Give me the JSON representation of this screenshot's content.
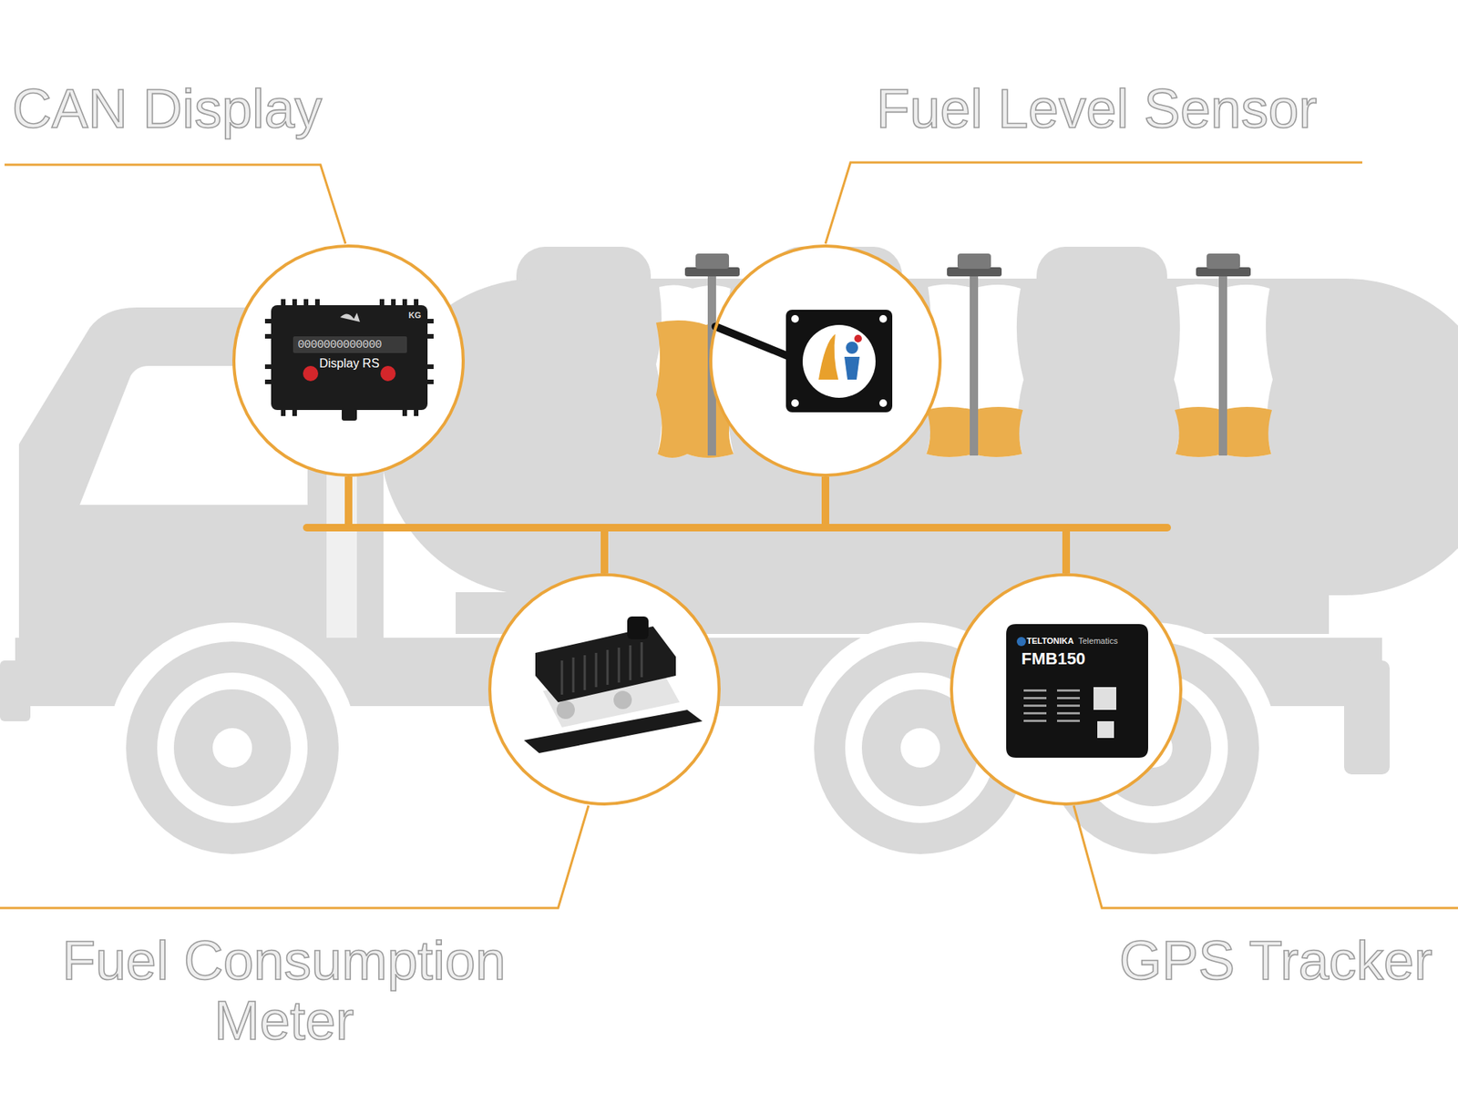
{
  "diagram": {
    "nodes": [
      {
        "text": [
          "CAN Display"
        ]
      },
      {
        "text": [
          "Fuel Level Sensor"
        ]
      },
      {
        "text": [
          "Fuel Consumption Meter"
        ]
      },
      {
        "text": [
          "GPS Tracker"
        ]
      }
    ],
    "edges": [
      {
        "from": 0,
        "to": 1,
        "arrow": "none"
      },
      {
        "from": 0,
        "to": 2,
        "arrow": "none"
      },
      {
        "from": 0,
        "to": 3,
        "arrow": "none"
      },
      {
        "from": 1,
        "to": 2,
        "arrow": "none"
      },
      {
        "from": 1,
        "to": 3,
        "arrow": "none"
      },
      {
        "from": 2,
        "to": 3,
        "arrow": "none"
      }
    ],
    "labels": [
      "KG",
      "0000000000000",
      "Display RS",
      "TELTONIKA",
      "Telematics",
      "FMB150"
    ]
  }
}
